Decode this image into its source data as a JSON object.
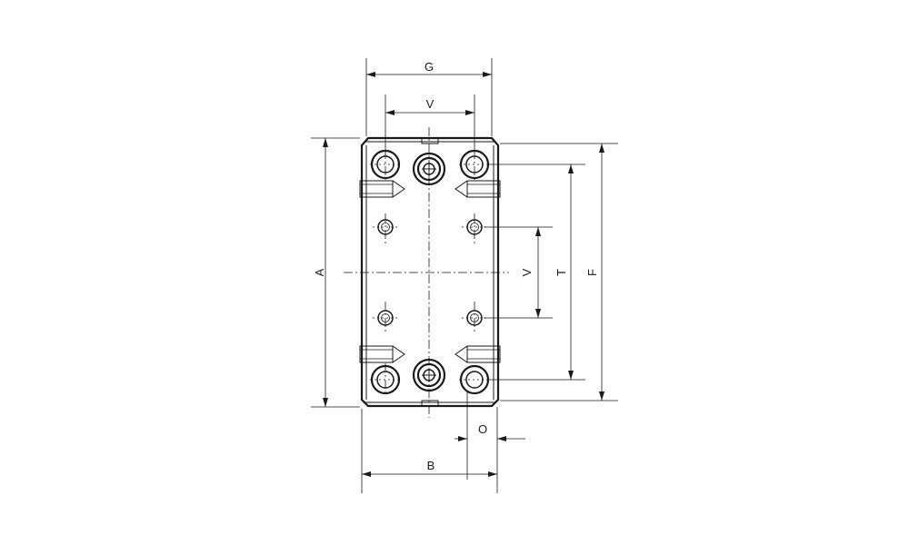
{
  "dimensions": {
    "overall_width": "G",
    "port_spacing_horizontal": "V",
    "overall_height": "A",
    "port_spacing_vertical": "V",
    "inner_height": "T",
    "outer_height": "F",
    "offset": "O",
    "base_width": "B"
  }
}
